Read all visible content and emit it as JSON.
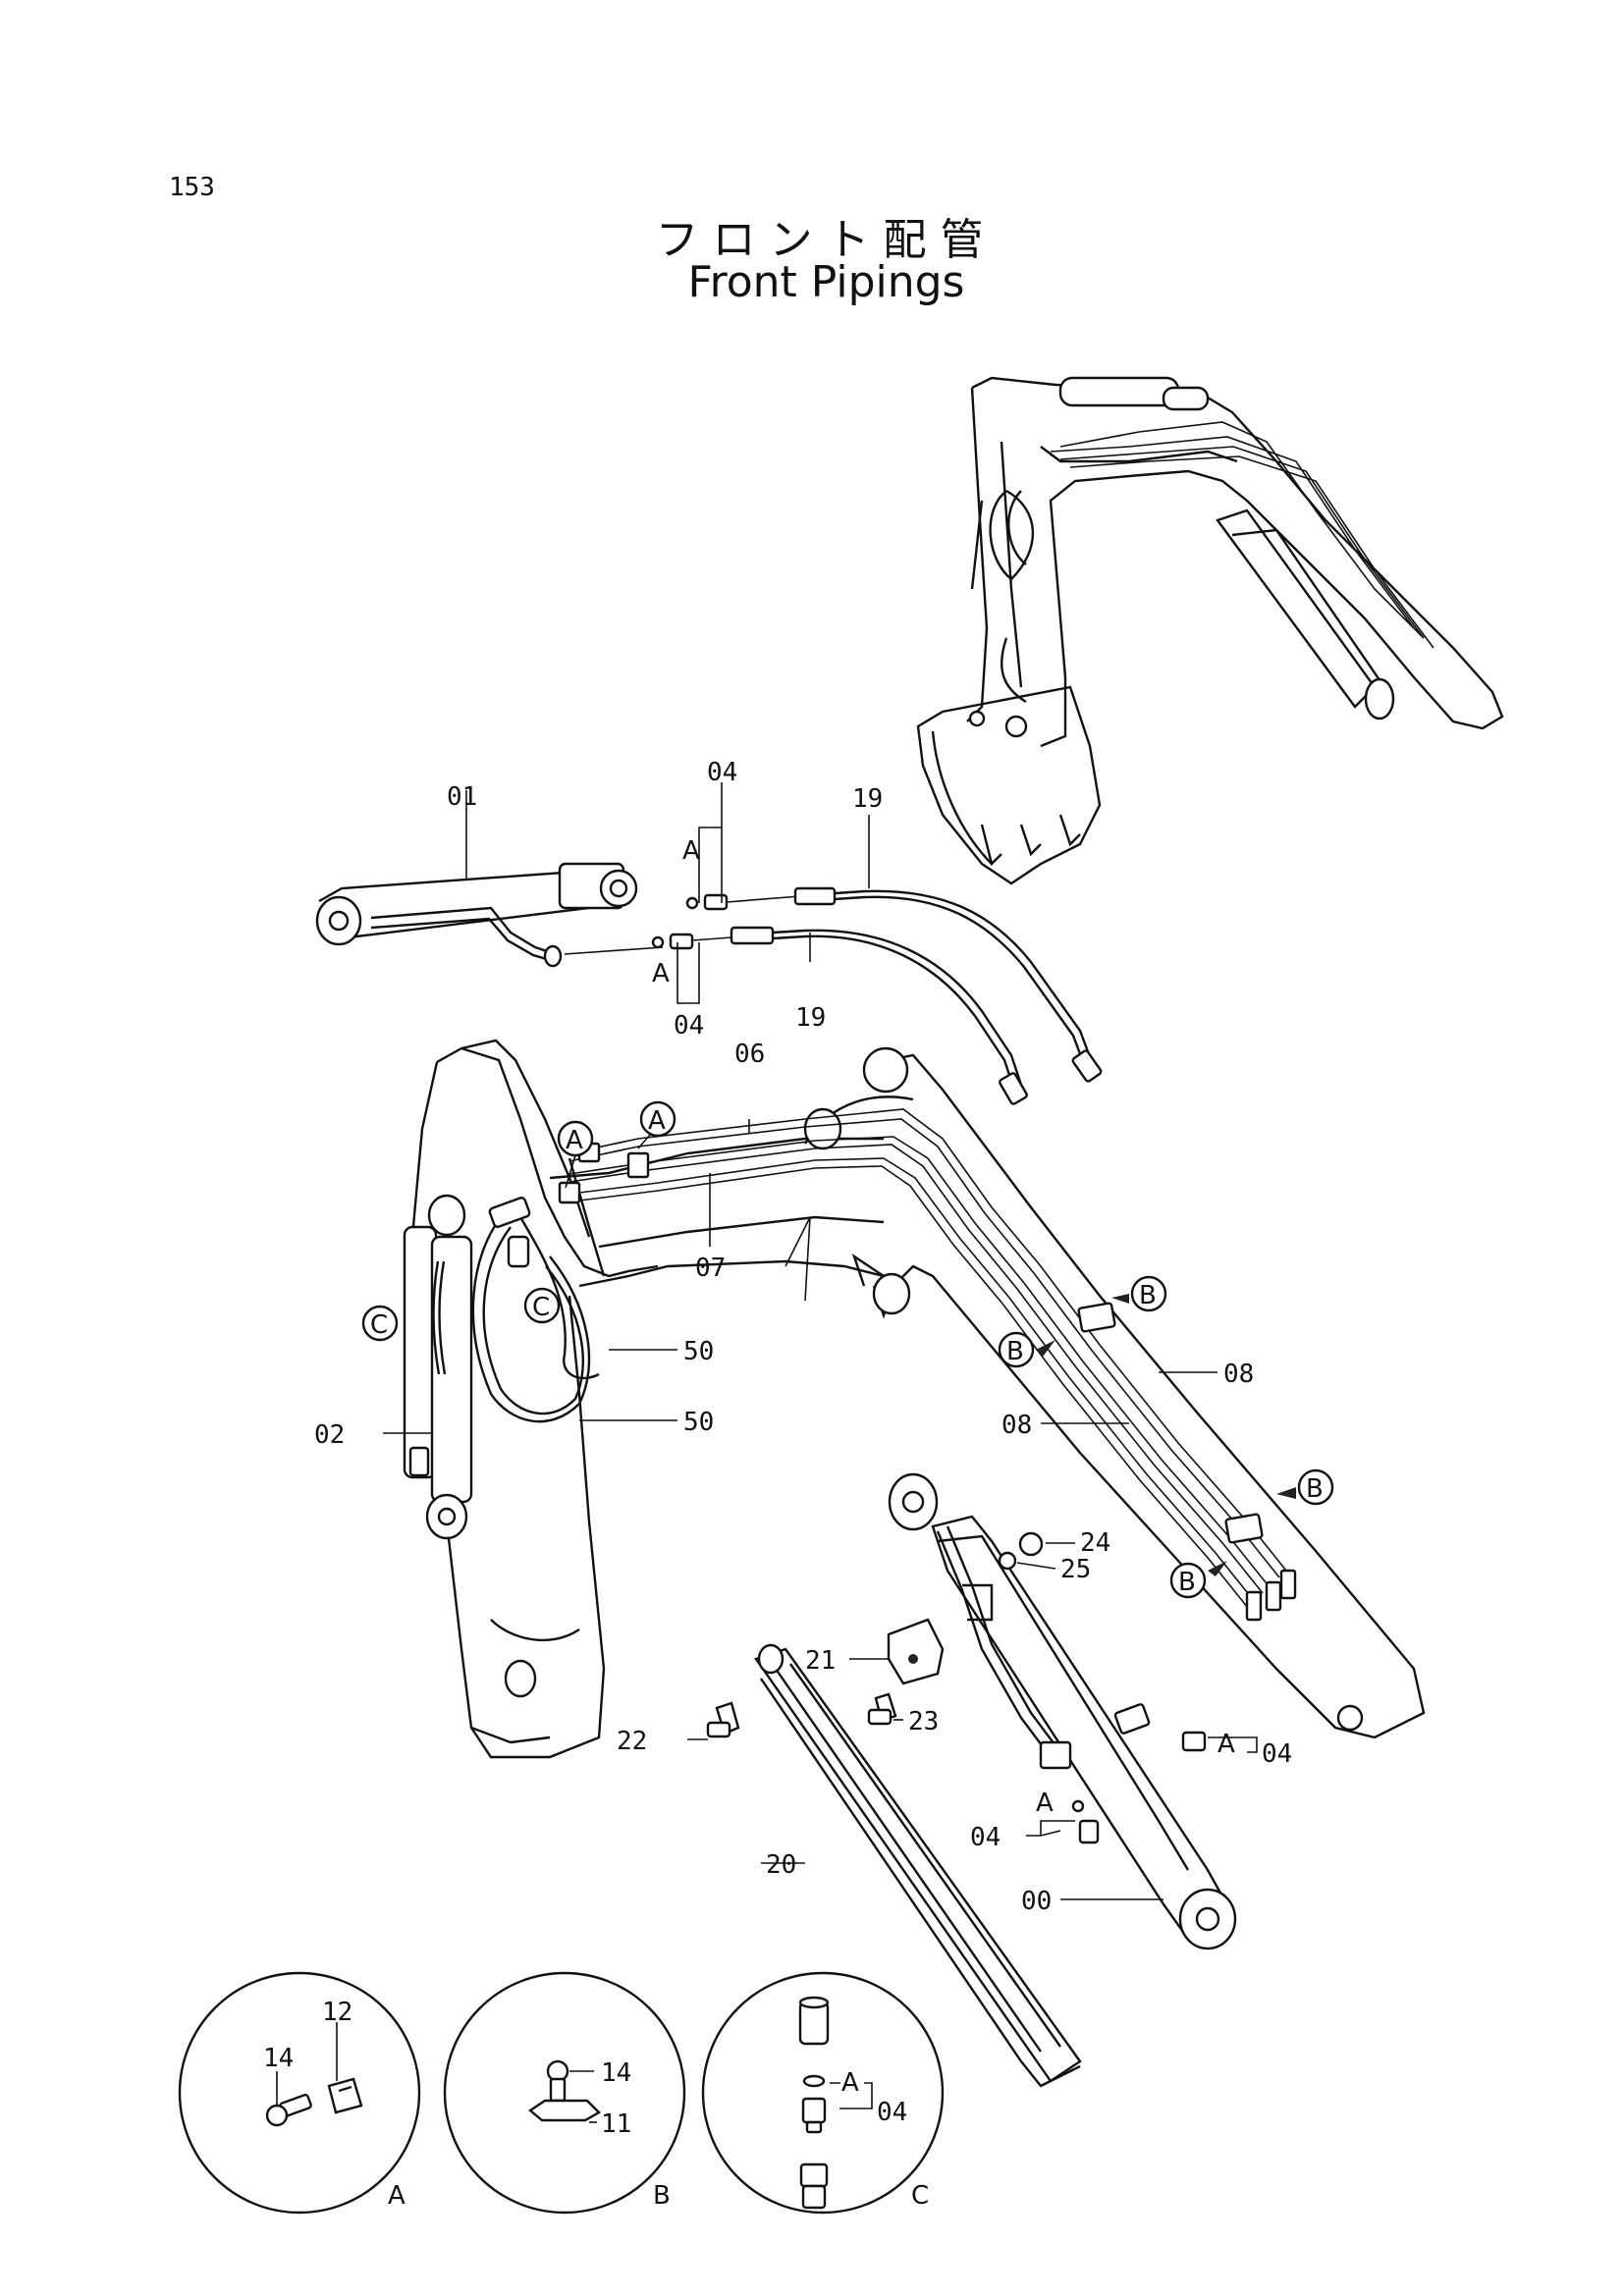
{
  "page_number": "153",
  "title_jp": "フロント配管",
  "title_en": "Front Pipings",
  "parts": {
    "p00": "00",
    "p01": "01",
    "p02": "02",
    "p04a": "04",
    "p04b": "04",
    "p04c": "04",
    "p04d": "04",
    "p06": "06",
    "p07": "07",
    "p08a": "08",
    "p08b": "08",
    "p19a": "19",
    "p19b": "19",
    "p20": "20",
    "p21": "21",
    "p22": "22",
    "p23": "23",
    "p24": "24",
    "p25": "25",
    "p50a": "50",
    "p50b": "50"
  },
  "detail_refs": {
    "a1": "A",
    "a2": "A",
    "a3": "A",
    "a4": "A",
    "a5": "A",
    "a6": "A",
    "b1": "B",
    "b2": "B",
    "b3": "B",
    "b4": "B",
    "c1": "C",
    "c2": "C"
  },
  "details": {
    "A": {
      "letter": "A",
      "labels": [
        "14",
        "12"
      ]
    },
    "B": {
      "letter": "B",
      "labels": [
        "14",
        "11"
      ]
    },
    "C": {
      "letter": "C",
      "labels": [
        "A",
        "04"
      ]
    }
  }
}
